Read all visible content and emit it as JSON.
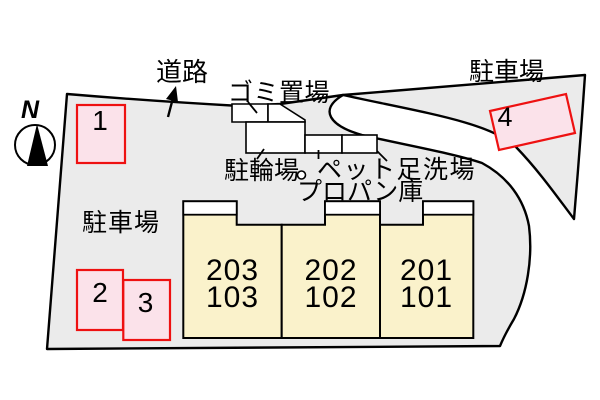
{
  "compass": {
    "label": "N"
  },
  "annotations": {
    "road": "道路",
    "garbage_area": "ゴミ置場",
    "bicycle_parking": "駐輪場",
    "pet_foot_wash": "ペット足洗場",
    "propane_storage": "プロパン庫",
    "parking_lot_left": "駐車場",
    "parking_lot_right": "駐車場"
  },
  "parking_spaces": [
    {
      "number": "1"
    },
    {
      "number": "2"
    },
    {
      "number": "3"
    },
    {
      "number": "4"
    }
  ],
  "building_units": [
    {
      "upper_room": "203",
      "lower_room": "103"
    },
    {
      "upper_room": "202",
      "lower_room": "102"
    },
    {
      "upper_room": "201",
      "lower_room": "101"
    }
  ],
  "colors": {
    "site_fill": "#ebebeb",
    "outline": "#000000",
    "space_fill": "#fbe2ea",
    "space_border": "#ee1111",
    "building_fill": "#faf2cb",
    "structure_fill": "#ffffff",
    "text": "#000000"
  }
}
